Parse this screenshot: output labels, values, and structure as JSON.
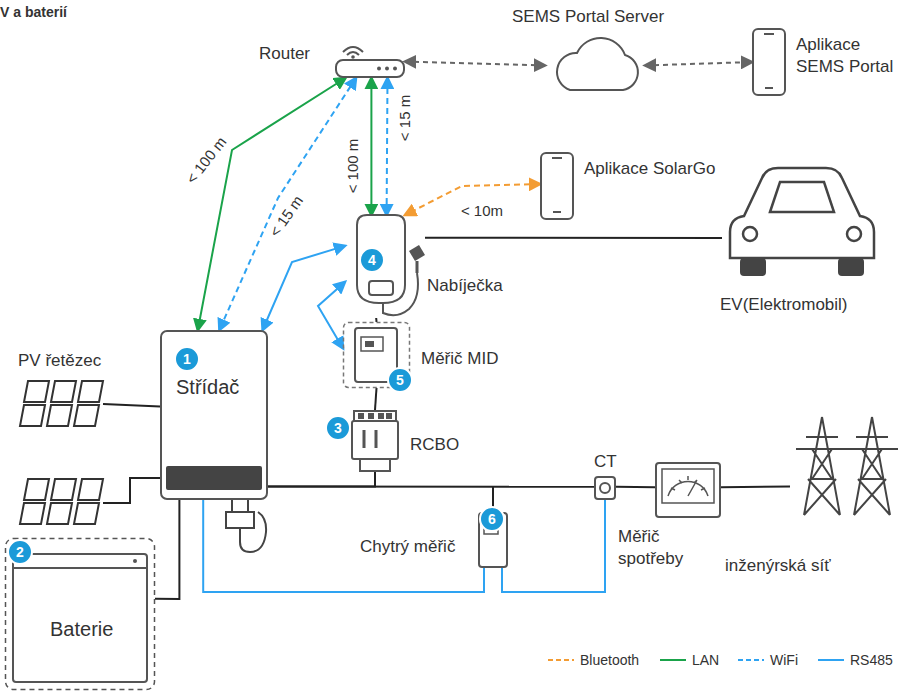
{
  "diagram": {
    "title": "V a baterií",
    "nodes": [
      {
        "text": [
          "Router"
        ]
      },
      {
        "text": [
          "SEMS Portal Server"
        ]
      },
      {
        "text": [
          "Aplikace SEMS Portal"
        ]
      },
      {
        "text": [
          "Aplikace SolarGo"
        ]
      },
      {
        "text": [
          "Nabíječka"
        ]
      },
      {
        "text": [
          "EV(Elektromobil)"
        ]
      },
      {
        "text": [
          "PV řetězec"
        ]
      },
      {
        "text": [
          "Střídač"
        ]
      },
      {
        "text": [
          "Měřič MID"
        ]
      },
      {
        "text": [
          "RCBO"
        ]
      },
      {
        "text": [
          "CT"
        ]
      },
      {
        "text": [
          "Chytrý měřič"
        ]
      },
      {
        "text": [
          "Měřič spotřeby"
        ]
      },
      {
        "text": [
          "inženýrská síť"
        ]
      },
      {
        "text": [
          "Baterie"
        ]
      }
    ],
    "edges": [
      {
        "from": 0,
        "to": 1,
        "arrow": "both"
      },
      {
        "from": 1,
        "to": 2,
        "arrow": "both"
      },
      {
        "from": 0,
        "to": 7,
        "label": "< 100 m",
        "arrow": "both"
      },
      {
        "from": 0,
        "to": 7,
        "label": "< 15 m",
        "arrow": "both"
      },
      {
        "from": 0,
        "to": 4,
        "label": "< 100 m",
        "arrow": "both"
      },
      {
        "from": 0,
        "to": 4,
        "label": "< 15 m",
        "arrow": "both"
      },
      {
        "from": 3,
        "to": 4,
        "label": "< 10m",
        "arrow": "both"
      },
      {
        "from": 7,
        "to": 4,
        "arrow": "both"
      },
      {
        "from": 4,
        "to": 8,
        "arrow": "both"
      },
      {
        "from": 4,
        "to": 5,
        "arrow": "none"
      },
      {
        "from": 6,
        "to": 7,
        "arrow": "none"
      },
      {
        "from": 14,
        "to": 7,
        "arrow": "none"
      },
      {
        "from": 4,
        "to": 8,
        "arrow": "none"
      },
      {
        "from": 8,
        "to": 9,
        "arrow": "none"
      },
      {
        "from": 9,
        "to": 7,
        "arrow": "none"
      },
      {
        "from": 7,
        "to": 10,
        "arrow": "none"
      },
      {
        "from": 10,
        "to": 12,
        "arrow": "none"
      },
      {
        "from": 12,
        "to": 13,
        "arrow": "none"
      },
      {
        "from": 7,
        "to": 11,
        "arrow": "none"
      },
      {
        "from": 11,
        "to": 10,
        "arrow": "none"
      }
    ],
    "labels": [
      "1",
      "2",
      "3",
      "4",
      "5",
      "6"
    ],
    "legend": [
      {
        "text": "Bluetooth"
      },
      {
        "text": "LAN"
      },
      {
        "text": "WiFi"
      },
      {
        "text": "RS485"
      }
    ]
  }
}
